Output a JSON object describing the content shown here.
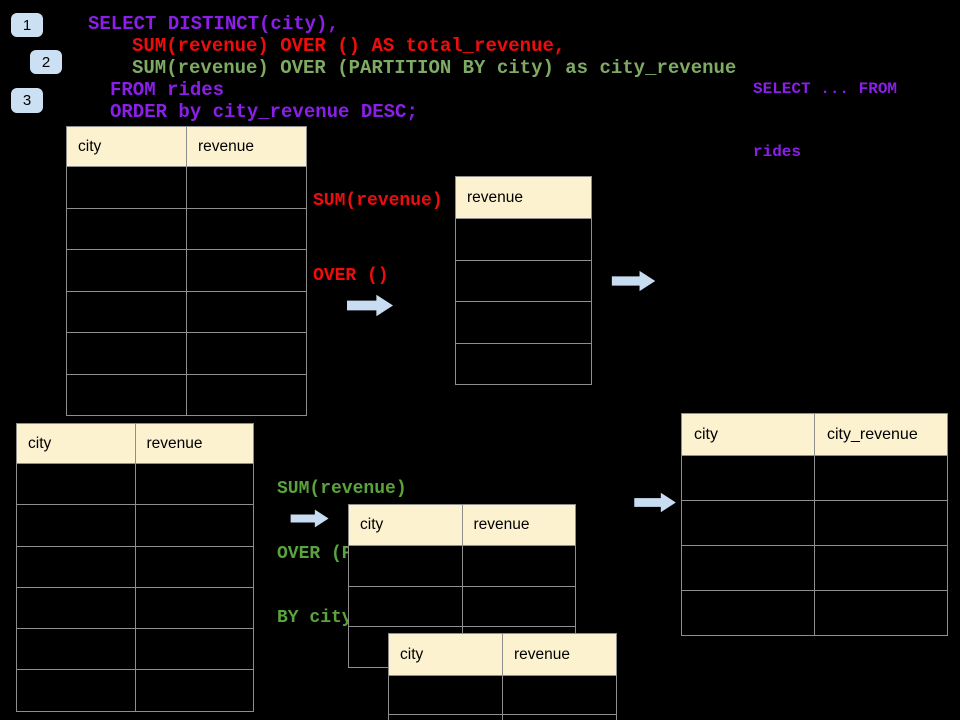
{
  "colors": {
    "background": "#000000",
    "purple": "#8B1FE8",
    "red": "#EE0D0D",
    "green": "#5BA33C",
    "green_sql": "#7FAA64",
    "header_bg": "#FCF2CF",
    "badge_bg": "#CCE0F4",
    "arrow_fill": "#C9DDF2",
    "border": "#8E8E8E"
  },
  "badges": [
    {
      "label": "1"
    },
    {
      "label": "2"
    },
    {
      "label": "3"
    }
  ],
  "sql": {
    "lines": [
      {
        "text": "SELECT DISTINCT(city),",
        "color": "purple"
      },
      {
        "text": "SUM(revenue) OVER () AS total_revenue,",
        "color": "red"
      },
      {
        "text": "SUM(revenue) OVER (PARTITION BY city) as city_revenue",
        "color": "green_sql"
      },
      {
        "text": "FROM rides",
        "color": "purple"
      },
      {
        "text": "ORDER by city_revenue DESC;",
        "color": "purple"
      }
    ]
  },
  "side_note": {
    "line1": "SELECT ... FROM",
    "line2": "rides"
  },
  "annotations": {
    "total": {
      "line1": "SUM(revenue)",
      "line2": "OVER ()"
    },
    "partition": {
      "line1": "SUM(revenue)",
      "line2": "OVER (PARTITION",
      "line3": "BY city)"
    }
  },
  "tables": {
    "rides_top": {
      "headers": [
        "city",
        "revenue"
      ],
      "empty_rows": 6
    },
    "total_revenue_result": {
      "headers": [
        "revenue"
      ],
      "empty_rows": 4
    },
    "rides_bottom": {
      "headers": [
        "city",
        "revenue"
      ],
      "empty_rows": 6
    },
    "partition_back": {
      "headers": [
        "city",
        "revenue"
      ],
      "empty_rows": 3
    },
    "partition_front": {
      "headers": [
        "city",
        "revenue"
      ],
      "empty_rows": 2
    },
    "city_revenue_result": {
      "headers": [
        "city",
        "city_revenue"
      ],
      "empty_rows": 4
    }
  }
}
